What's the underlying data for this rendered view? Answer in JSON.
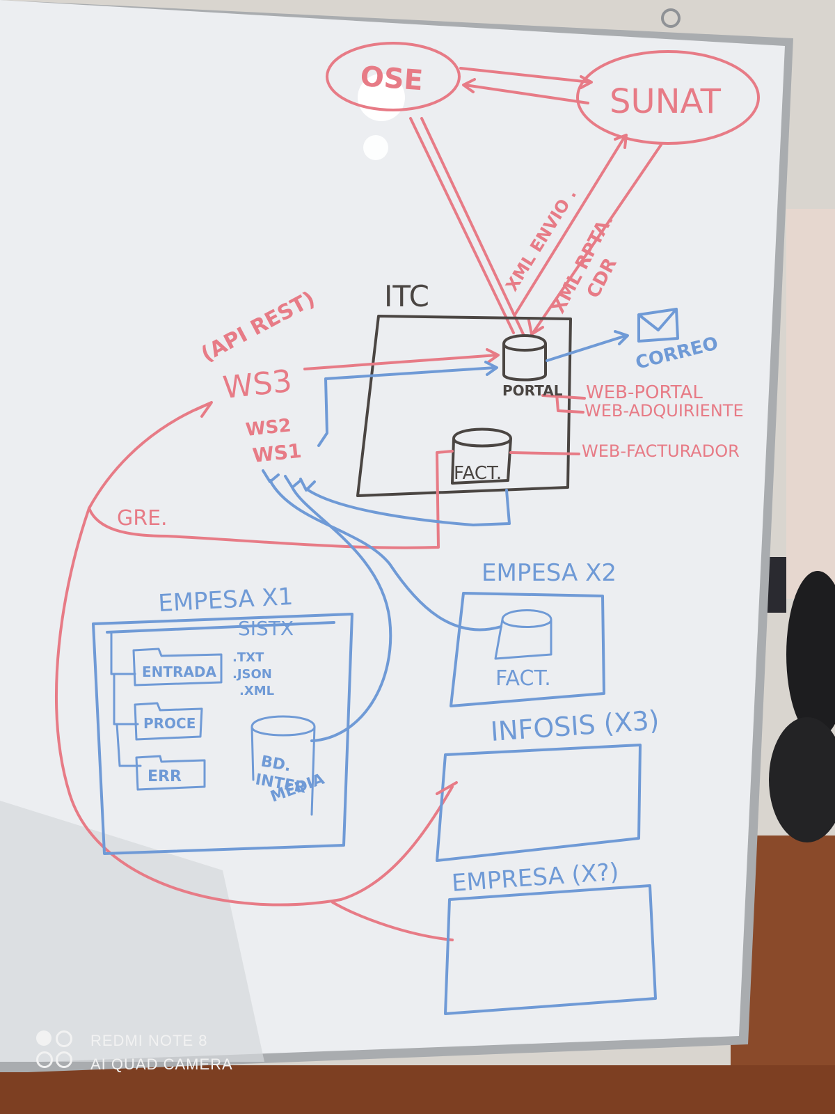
{
  "colors": {
    "red_marker": "#e77b86",
    "blue_marker": "#6f9ad6",
    "black_marker": "#4a4542",
    "board": "#eceef1",
    "frame": "#a9acaf"
  },
  "labels": {
    "ose": "OSE",
    "sunat": "SUNAT",
    "xml_envio": "XML ENVIO .",
    "xml_rpta": "XML RPTA.",
    "cdr": "CDR",
    "itc": "ITC",
    "api_rest": "(API REST)",
    "ws3": "WS3",
    "ws2": "WS2",
    "ws1": "WS1",
    "portal": "PORTAL",
    "correo": "CORREO",
    "web_portal": "WEB-PORTAL",
    "web_adquiriente": "WEB-ADQUIRIENTE",
    "web_facturador": "WEB-FACTURADOR",
    "fact": "FACT.",
    "gre": "GRE.",
    "empresa_x1": "EMPESA X1",
    "sistx": "SISTX",
    "formats": [
      ".TXT",
      ".JSON",
      ".XML"
    ],
    "folders": [
      "ENTRADA",
      "PROCE",
      "ERR"
    ],
    "bd_intermedia": [
      "BD.",
      "INTER",
      "MEDIA"
    ],
    "empresa_x2": "EMPESA X2",
    "fact_x2": "FACT.",
    "infosis": "INFOSIS (X3)",
    "empresa_xn": "EMPRESA (X?)"
  },
  "watermark": {
    "line1": "REDMI NOTE 8",
    "line2": "AI QUAD CAMERA"
  }
}
